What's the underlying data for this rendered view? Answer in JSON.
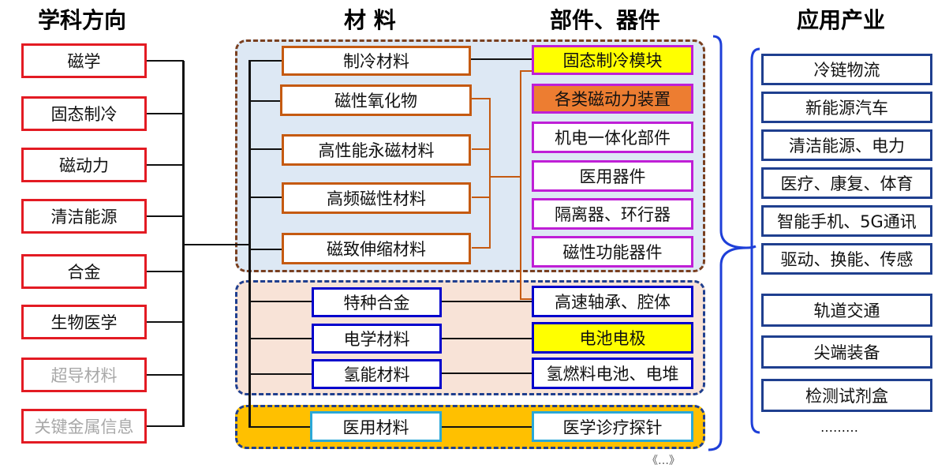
{
  "headers": {
    "discipline": "学科方向",
    "materials": "材  料",
    "components": "部件、器件",
    "industry": "应用产业"
  },
  "disciplines": [
    "磁学",
    "固态制冷",
    "磁动力",
    "清洁能源",
    "合金",
    "生物医学",
    "超导材料",
    "关键金属信息"
  ],
  "materials": {
    "magnetic": [
      "制冷材料",
      "磁性氧化物",
      "高性能永磁材料",
      "高频磁性材料",
      "磁致伸缩材料"
    ],
    "alloy": [
      "特种合金",
      "电学材料",
      "氢能材料"
    ],
    "medical": [
      "医用材料"
    ]
  },
  "components": [
    "固态制冷模块",
    "各类磁动力装置",
    "机电一体化部件",
    "医用器件",
    "隔离器、环行器",
    "磁性功能器件",
    "高速轴承、腔体",
    "电池电极",
    "氢燃料电池、电堆",
    "医学诊疗探针"
  ],
  "industries": [
    "冷链物流",
    "新能源汽车",
    "清洁能源、电力",
    "医疗、康复、体育",
    "智能手机、5G通讯",
    "驱动、换能、传感",
    "轨道交通",
    "尖端装备",
    "检测试剂盒"
  ],
  "industries_more": "………",
  "caption": "《…》",
  "colors": {
    "discipline_border": "#e31b23",
    "material_border": "#c55a11",
    "alloy_border": "#0000cc",
    "component_border": "#bf1fd6",
    "highlight_yellow": "#ffff00",
    "highlight_orange": "#ed7d31",
    "industry_border": "#1f3f8f",
    "medical_panel": "#ffc000",
    "magnetic_panel": "#dde8f4",
    "alloy_panel": "#f8e3d7"
  }
}
